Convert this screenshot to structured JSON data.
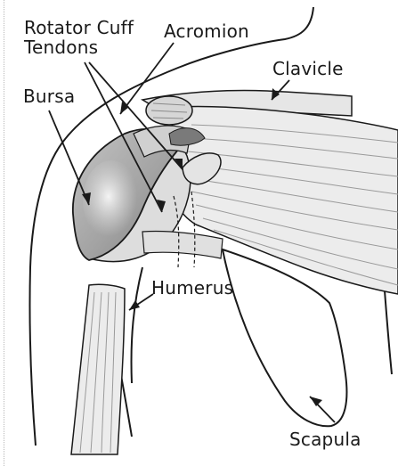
{
  "labels": {
    "rotator_line1": "Rotator Cuff",
    "rotator_line2": "Tendons",
    "acromion": "Acromion",
    "clavicle": "Clavicle",
    "bursa": "Bursa",
    "humerus": "Humerus",
    "scapula": "Scapula"
  },
  "colors": {
    "outline": "#1a1a1a",
    "muscle_fill": "#e8e8e8",
    "muscle_fiber": "#9a9a9a",
    "bursa_fill": "#a8a8a8",
    "bone_fill": "#dcdcdc"
  }
}
